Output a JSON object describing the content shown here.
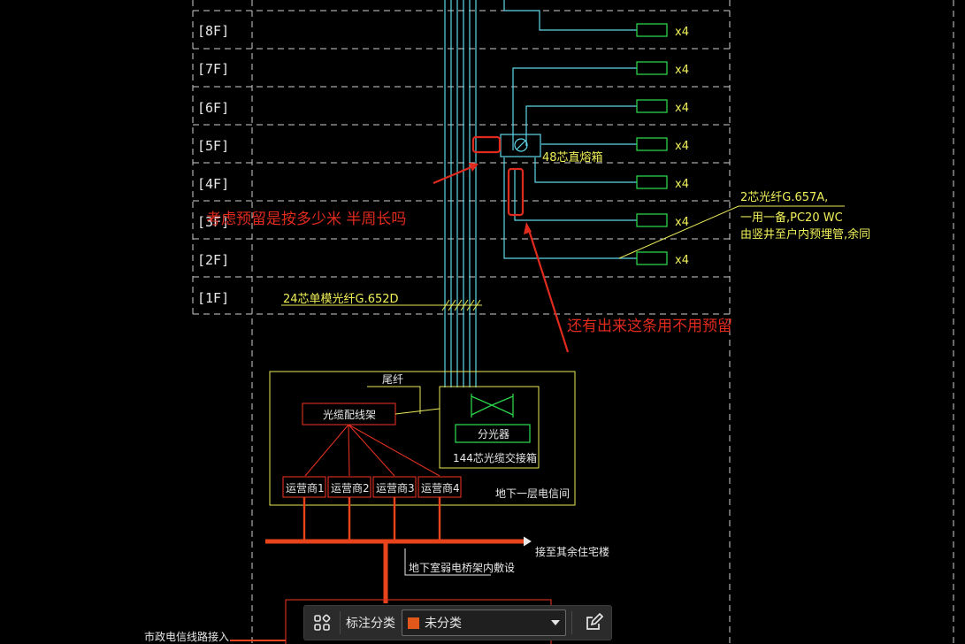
{
  "floors": [
    "[8F]",
    "[7F]",
    "[6F]",
    "[5F]",
    "[4F]",
    "[3F]",
    "[2F]",
    "[1F]"
  ],
  "multiplier_label": "x4",
  "labels": {
    "direct_box": "48芯直熔箱",
    "fiber_spec_line1": "2芯光纤G.657A,",
    "fiber_spec_line2": "一用一备,PC20 WC",
    "fiber_spec_line3": "由竖井至户内预埋管,余同",
    "riser_cable": "24芯单模光纤G.652D",
    "pigtail": "尾纤",
    "odf": "光缆配线架",
    "splitter": "分光器",
    "cross_box": "144芯光缆交接箱",
    "operators": [
      "运营商1",
      "运营商2",
      "运营商3",
      "运营商4"
    ],
    "basement_room": "地下一层电信间",
    "to_other": "接至其余住宅楼",
    "tray_note": "地下室弱电桥架内敷设",
    "municipal": "市政电信线路接入"
  },
  "annotations": {
    "question1": "考虑预留是按多少米 半周长吗",
    "question2": "还有出来这条用不用预留"
  },
  "toolbar": {
    "label": "标注分类",
    "select_value": "未分类",
    "swatch_color": "#e2581a"
  },
  "colors": {
    "background": "#000000",
    "annotation": "#e02a1e"
  }
}
